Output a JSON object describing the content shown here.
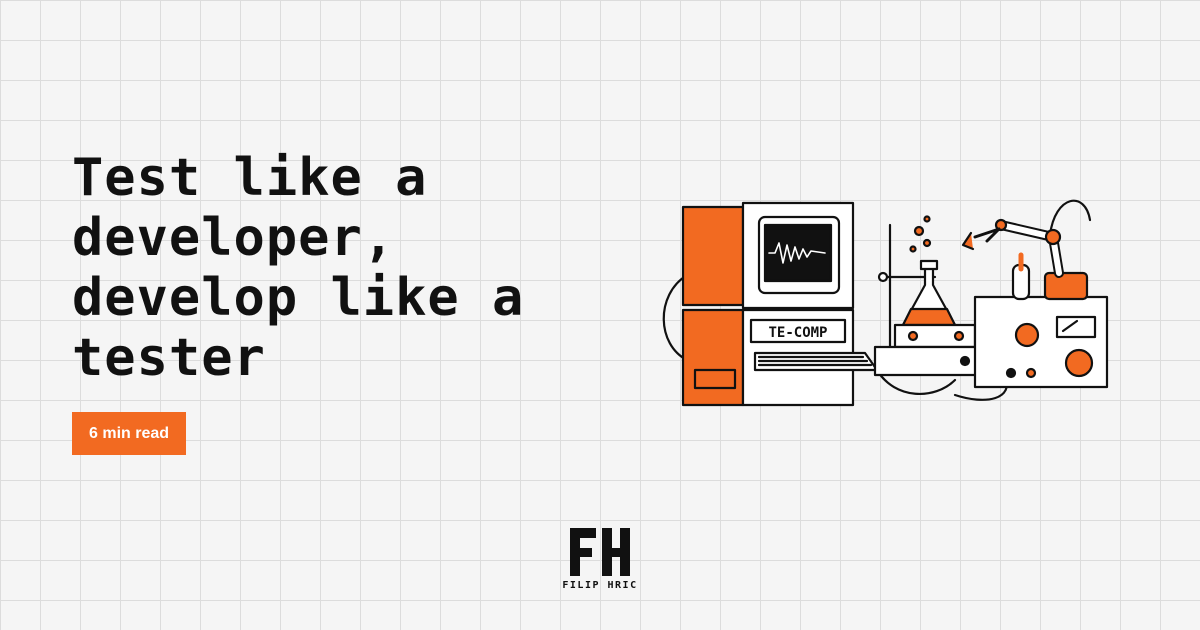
{
  "title": "Test like a developer, develop like a tester",
  "badge": {
    "label": "6 min read"
  },
  "illustration": {
    "label": "TE-COMP"
  },
  "brand": {
    "name": "FILIP HRIC",
    "monogram": "FH"
  },
  "colors": {
    "accent": "#f26a21",
    "text": "#111111",
    "background": "#f5f5f5",
    "grid": "#dcdcdc"
  }
}
